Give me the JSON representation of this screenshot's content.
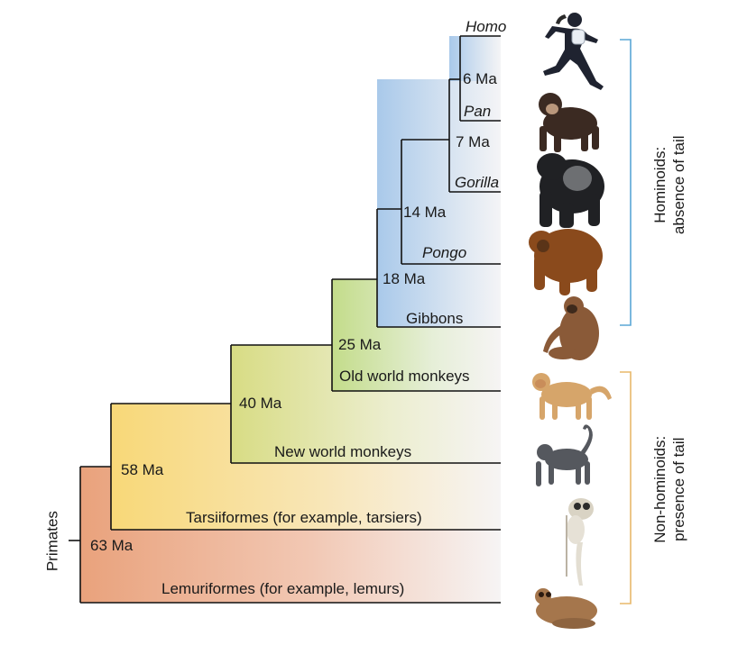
{
  "root_label": "Primates",
  "clades": [
    {
      "name": "Homo",
      "italic": true
    },
    {
      "name": "Pan",
      "italic": true
    },
    {
      "name": "Gorilla",
      "italic": true
    },
    {
      "name": "Pongo",
      "italic": true
    },
    {
      "name": "Gibbons",
      "italic": false
    },
    {
      "name": "Old world monkeys",
      "italic": false
    },
    {
      "name": "New world monkeys",
      "italic": false
    },
    {
      "name": "Tarsiiformes (for example, tarsiers)",
      "italic": false
    },
    {
      "name": "Lemuriformes (for example, lemurs)",
      "italic": false
    }
  ],
  "divergence_times": [
    "6 Ma",
    "7 Ma",
    "14 Ma",
    "18 Ma",
    "25 Ma",
    "40 Ma",
    "58 Ma",
    "63 Ma"
  ],
  "groups": {
    "hominoids": {
      "line1": "Hominoids:",
      "line2": "absence of tail",
      "color": "#5aa7d6"
    },
    "non_hominoids": {
      "line1": "Non-hominoids:",
      "line2": "presence of tail",
      "color": "#e8b86a"
    }
  },
  "animals": [
    "human-runner-icon",
    "chimpanzee-icon",
    "gorilla-icon",
    "orangutan-icon",
    "gibbon-icon",
    "old-world-monkey-icon",
    "new-world-monkey-icon",
    "tarsier-icon",
    "lemur-icon"
  ],
  "colors": {
    "lemur_region": "#e9a27c",
    "tarsier_region": "#f8d878",
    "monkey_region": "#cfe08a",
    "ape_region": "#a9c9ea",
    "tree_line": "#111111"
  }
}
